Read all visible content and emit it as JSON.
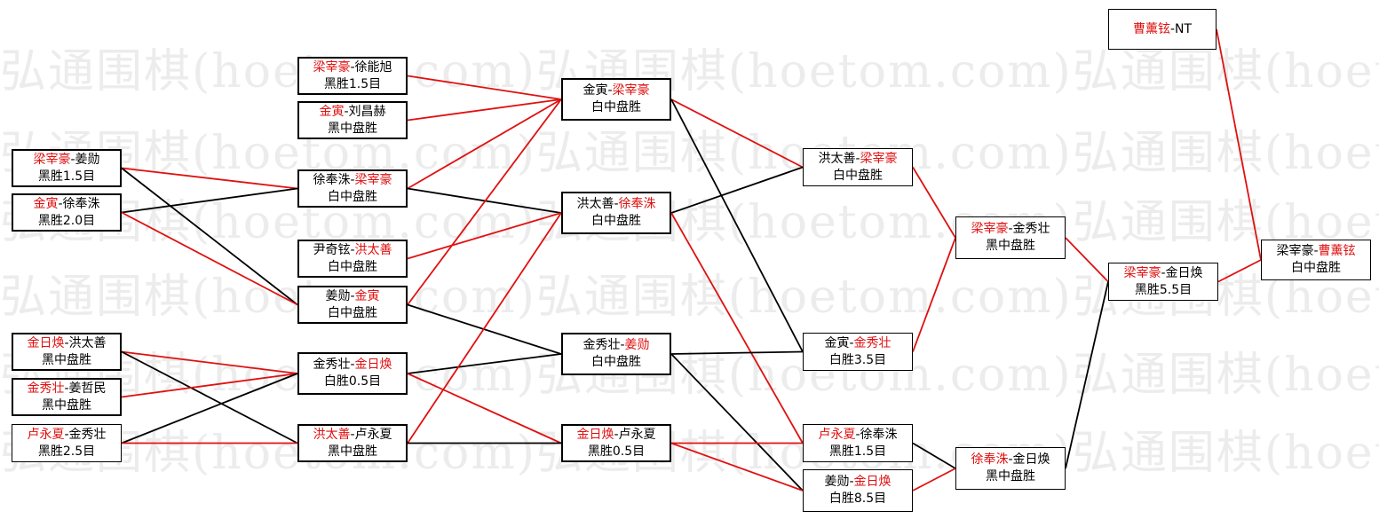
{
  "watermark_text": "弘通围棋(hoetom.com)弘通围棋(hoetom.com)弘通围棋(hoetom.com)",
  "colors": {
    "winner": "#e01010",
    "loser": "#000000",
    "win_line": "#e01010",
    "lose_line": "#000000"
  },
  "nodes": [
    {
      "id": "r1a",
      "p1": "梁宰豪",
      "p2": "姜勋",
      "winner": 1,
      "result": "黑胜1.5目",
      "thick": true
    },
    {
      "id": "r1b",
      "p1": "金寅",
      "p2": "徐奉洙",
      "winner": 1,
      "result": "黑胜2.0目",
      "thick": true
    },
    {
      "id": "r1c",
      "p1": "金日焕",
      "p2": "洪太善",
      "winner": 1,
      "result": "黑中盘胜",
      "thick": true
    },
    {
      "id": "r1d",
      "p1": "金秀壮",
      "p2": "姜哲民",
      "winner": 1,
      "result": "黑中盘胜",
      "thick": true
    },
    {
      "id": "r1e",
      "p1": "卢永夏",
      "p2": "金秀壮",
      "winner": 1,
      "result": "黑胜2.5目",
      "thick": false
    },
    {
      "id": "r2a",
      "p1": "梁宰豪",
      "p2": "徐能旭",
      "winner": 1,
      "result": "黑胜1.5目",
      "thick": true
    },
    {
      "id": "r2b",
      "p1": "金寅",
      "p2": "刘昌赫",
      "winner": 1,
      "result": "黑中盘胜",
      "thick": true
    },
    {
      "id": "r2c",
      "p1": "徐奉洙",
      "p2": "梁宰豪",
      "winner": 2,
      "result": "白中盘胜",
      "thick": true
    },
    {
      "id": "r2d",
      "p1": "尹奇铉",
      "p2": "洪太善",
      "winner": 2,
      "result": "白中盘胜",
      "thick": true
    },
    {
      "id": "r2e",
      "p1": "姜勋",
      "p2": "金寅",
      "winner": 2,
      "result": "白中盘胜",
      "thick": true
    },
    {
      "id": "r2f",
      "p1": "金秀壮",
      "p2": "金日焕",
      "winner": 2,
      "result": "白胜0.5目",
      "thick": true
    },
    {
      "id": "r2g",
      "p1": "洪太善",
      "p2": "卢永夏",
      "winner": 1,
      "result": "黑中盘胜",
      "thick": true
    },
    {
      "id": "r3a",
      "p1": "金寅",
      "p2": "梁宰豪",
      "winner": 2,
      "result": "白中盘胜",
      "thick": true
    },
    {
      "id": "r3b",
      "p1": "洪太善",
      "p2": "徐奉洙",
      "winner": 2,
      "result": "白中盘胜",
      "thick": true
    },
    {
      "id": "r3c",
      "p1": "金秀壮",
      "p2": "姜勋",
      "winner": 2,
      "result": "白中盘胜",
      "thick": true
    },
    {
      "id": "r3d",
      "p1": "金日焕",
      "p2": "卢永夏",
      "winner": 1,
      "result": "黑胜0.5目",
      "thick": true
    },
    {
      "id": "r4a",
      "p1": "洪太善",
      "p2": "梁宰豪",
      "winner": 2,
      "result": "白中盘胜",
      "thick": false
    },
    {
      "id": "r4b",
      "p1": "金寅",
      "p2": "金秀壮",
      "winner": 2,
      "result": "白胜3.5目",
      "thick": false
    },
    {
      "id": "r4c",
      "p1": "卢永夏",
      "p2": "徐奉洙",
      "winner": 1,
      "result": "黑胜1.5目",
      "thick": false
    },
    {
      "id": "r4d",
      "p1": "姜勋",
      "p2": "金日焕",
      "winner": 2,
      "result": "白胜8.5目",
      "thick": false
    },
    {
      "id": "r5a",
      "p1": "梁宰豪",
      "p2": "金秀壮",
      "winner": 1,
      "result": "黑中盘胜",
      "thick": false
    },
    {
      "id": "r5b",
      "p1": "徐奉洙",
      "p2": "金日焕",
      "winner": 1,
      "result": "黑中盘胜",
      "thick": false
    },
    {
      "id": "r6a",
      "p1": "梁宰豪",
      "p2": "金日焕",
      "winner": 1,
      "result": "黑胜5.5目",
      "thick": false
    },
    {
      "id": "seed",
      "p1": "曹薰铉",
      "p2": "NT",
      "winner": 1,
      "result": "",
      "thick": false
    },
    {
      "id": "final",
      "p1": "梁宰豪",
      "p2": "曹薰铉",
      "winner": 2,
      "result": "白中盘胜",
      "thick": false
    }
  ],
  "connections": [
    {
      "from": "r1a",
      "to": "r2c",
      "type": "win"
    },
    {
      "from": "r1a",
      "to": "r2e",
      "type": "lose"
    },
    {
      "from": "r1b",
      "to": "r2c",
      "type": "lose"
    },
    {
      "from": "r1b",
      "to": "r2e",
      "type": "win"
    },
    {
      "from": "r1c",
      "to": "r2f",
      "type": "win"
    },
    {
      "from": "r1c",
      "to": "r2g",
      "type": "lose"
    },
    {
      "from": "r1d",
      "to": "r2f",
      "type": "win"
    },
    {
      "from": "r1e",
      "to": "r2f",
      "type": "lose"
    },
    {
      "from": "r1e",
      "to": "r2g",
      "type": "win"
    },
    {
      "from": "r2a",
      "to": "r3a",
      "type": "win"
    },
    {
      "from": "r2b",
      "to": "r3a",
      "type": "win"
    },
    {
      "from": "r2c",
      "to": "r3a",
      "type": "win"
    },
    {
      "from": "r2c",
      "to": "r3b",
      "type": "lose"
    },
    {
      "from": "r2d",
      "to": "r3b",
      "type": "win"
    },
    {
      "from": "r2e",
      "to": "r3a",
      "type": "win"
    },
    {
      "from": "r2e",
      "to": "r3c",
      "type": "lose"
    },
    {
      "from": "r2f",
      "to": "r3c",
      "type": "lose"
    },
    {
      "from": "r2f",
      "to": "r3d",
      "type": "win"
    },
    {
      "from": "r2g",
      "to": "r3b",
      "type": "win"
    },
    {
      "from": "r2g",
      "to": "r3d",
      "type": "lose"
    },
    {
      "from": "r3a",
      "to": "r4a",
      "type": "win"
    },
    {
      "from": "r3a",
      "to": "r4b",
      "type": "lose"
    },
    {
      "from": "r3b",
      "to": "r4a",
      "type": "lose"
    },
    {
      "from": "r3b",
      "to": "r4c",
      "type": "win"
    },
    {
      "from": "r3c",
      "to": "r4b",
      "type": "lose"
    },
    {
      "from": "r3c",
      "to": "r4d",
      "type": "lose"
    },
    {
      "from": "r3d",
      "to": "r4c",
      "type": "win"
    },
    {
      "from": "r3d",
      "to": "r4d",
      "type": "win"
    },
    {
      "from": "r4a",
      "to": "r5a",
      "type": "win"
    },
    {
      "from": "r4b",
      "to": "r5a",
      "type": "win"
    },
    {
      "from": "r4c",
      "to": "r5b",
      "type": "lose"
    },
    {
      "from": "r4d",
      "to": "r5b",
      "type": "win"
    },
    {
      "from": "r5a",
      "to": "r6a",
      "type": "win"
    },
    {
      "from": "r5b",
      "to": "r6a",
      "type": "lose"
    },
    {
      "from": "r6a",
      "to": "final",
      "type": "win"
    },
    {
      "from": "seed",
      "to": "final",
      "type": "win"
    }
  ]
}
